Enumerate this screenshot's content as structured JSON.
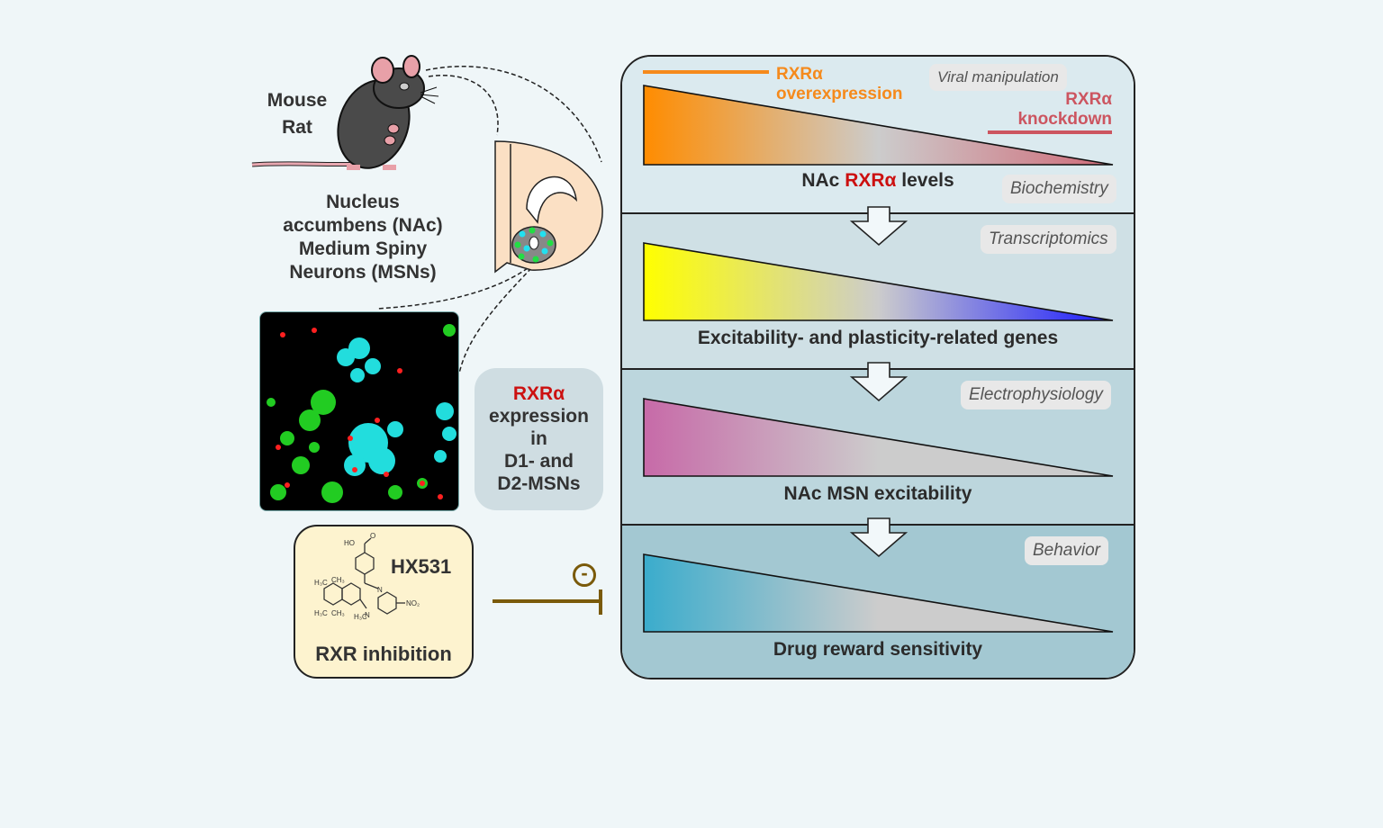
{
  "left": {
    "species": [
      "Mouse",
      "Rat"
    ],
    "region_lines": [
      "Nucleus",
      "accumbens (NAc)",
      "Medium Spiny",
      "Neurons (MSNs)"
    ],
    "expression_box": {
      "highlight": "RXRα",
      "lines": [
        "expression",
        "in",
        "D1- and",
        "D2-MSNs"
      ]
    },
    "compound": {
      "name": "HX531",
      "label": "RXR inhibition",
      "structure_atoms": [
        "HO",
        "O",
        "N",
        "N",
        "NO₂",
        "H₃C",
        "CH₃",
        "H₃C",
        "CH₃",
        "H₃C"
      ]
    },
    "inhibition_symbol": "-"
  },
  "panel": {
    "manipulation": {
      "tag": "Viral manipulation",
      "overexpression": [
        "RXRα",
        "overexpression"
      ],
      "knockdown": [
        "RXRα",
        "knockdown"
      ],
      "overexpression_color": "#f58a1c",
      "knockdown_color": "#cc5560"
    },
    "stages": [
      {
        "tag": "Biochemistry",
        "label_parts": [
          "NAc ",
          "RXRα",
          " levels"
        ],
        "gradient": [
          "#ff8c00",
          "#cccccc",
          "#d06a78"
        ]
      },
      {
        "tag": "Transcriptomics",
        "label": "Excitability- and plasticity-related genes",
        "gradient": [
          "#ffff00",
          "#cccccc",
          "#1a1aff"
        ]
      },
      {
        "tag": "Electrophysiology",
        "label": "NAc MSN excitability",
        "gradient": [
          "#c76aa8",
          "#cccccc",
          "#cccccc"
        ]
      },
      {
        "tag": "Behavior",
        "label": "Drug reward sensitivity",
        "gradient": [
          "#3aaccc",
          "#cccccc",
          "#cccccc"
        ]
      }
    ]
  }
}
